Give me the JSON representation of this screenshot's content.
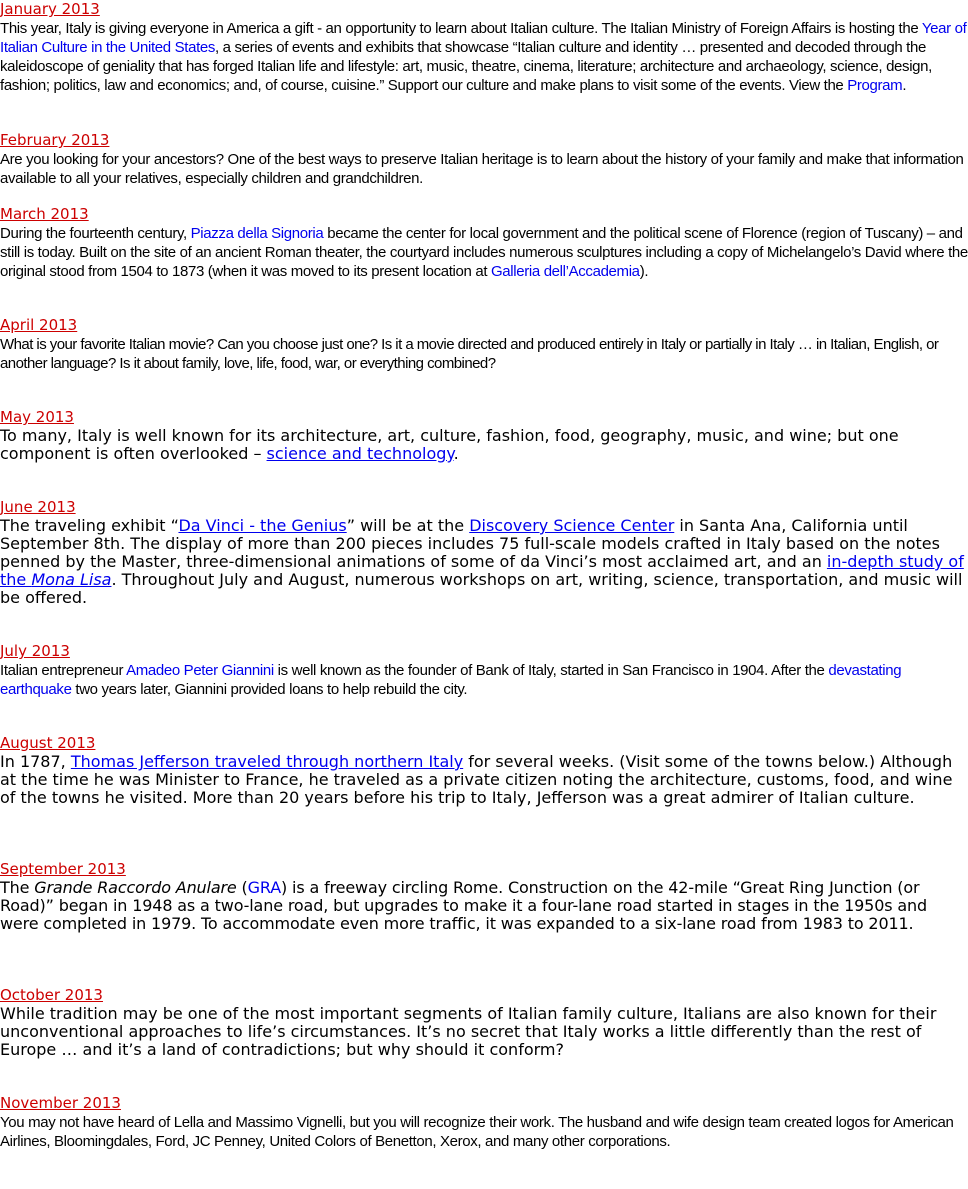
{
  "entries": [
    {
      "month": "January 2013",
      "t1": " This year, Italy is giving everyone in America a gift - an opportunity to learn about Italian culture. The Italian Ministry of Foreign Affairs is hosting the ",
      "link1": "Year of Italian Culture in the United States",
      "t2": ", a series of events and exhibits that showcase “Italian culture and identity … presented and decoded through the kaleidoscope of geniality that has forged Italian life and lifestyle: art, music, theatre, cinema, literature; architecture and archaeology, science, design, fashion; politics, law and economics; and, of course, cuisine.” Support our culture and make plans to visit some of the events. View the ",
      "link2": "Program",
      "t3": "."
    },
    {
      "month": "February 2013",
      "t1": " Are you looking for your ancestors? One of the best ways to preserve Italian heritage is to learn about the history of your family and make that information available to all your relatives, especially children and grandchildren."
    },
    {
      "month": "March 2013",
      "t1": " During the fourteenth century, ",
      "link1": "Piazza della Signoria",
      "t2": " became the center for local government and the political scene of Florence (region of Tuscany) – and still is today. Built on the site of an ancient Roman theater, the courtyard includes numerous sculptures including a copy of Michelangelo’s David where the original stood from 1504 to 1873 (when it was moved to its present location at ",
      "link2": "Galleria dell’Accademia",
      "t3": ")."
    },
    {
      "month": "April 2013",
      "t1": "  What is your favorite Italian movie? Can you choose just one? Is it a movie directed and produced entirely in Italy or partially in Italy … in Italian, English, or another language? Is it about family, love, life, food, war, or everything combined?"
    },
    {
      "month": "May 2013",
      "t1": " To many, Italy is well known for its architecture, art, culture, fashion, food, geography, music, and wine; but one component is often overlooked – ",
      "link1": "science and technology",
      "t2": "."
    },
    {
      "month": "June 2013",
      "t1": " The traveling exhibit “",
      "link1": "Da Vinci - the Genius",
      "t2": "” will be at the ",
      "link2": "Discovery Science Center",
      "t3": " in Santa Ana, California until September 8th. The display of more than 200 pieces includes 75 full-scale models crafted in Italy based on the notes penned by the Master, three-dimensional animations of some of da Vinci’s most acclaimed art, and an ",
      "link3a": "in-depth study of the ",
      "link3b": "Mona Lisa",
      "t4": ". Throughout July and August, numerous workshops on art, writing, science, transportation, and music will be offered."
    },
    {
      "month": "July 2013",
      "lead": " ",
      "t1": " Italian entrepreneur ",
      "link1": "Amadeo Peter Giannini",
      "t2": " is well known as the founder of Bank of Italy, started in San Francisco in 1904. After the ",
      "link2": "devastating earthquake",
      "t3": " two years later, Giannini provided loans to help rebuild the city."
    },
    {
      "month": "August 2013",
      "t1": " In 1787, ",
      "link1": "Thomas Jefferson traveled through northern Italy",
      "t2": " for several weeks. (Visit some of the towns below.) Although at the time he was Minister to France, he traveled as a private citizen noting the architecture, customs, food, and wine of the towns he visited. More than 20 years before his trip to Italy, Jefferson was a great admirer of Italian culture."
    },
    {
      "month": "September 2013",
      "t1": " The ",
      "em1": "Grande Raccordo Anulare",
      "t2": " (",
      "link1": "GRA",
      "t3": ") is a freeway circling Rome. Construction on the 42-mile “Great Ring Junction (or Road)” began in 1948 as a two-lane road, but upgrades to make it a four-lane road started in stages in the 1950s and were completed in 1979. To accommodate even more traffic, it was expanded to a six-lane road from 1983 to 2011."
    },
    {
      "month": "October 2013",
      "t1": " While tradition may be one of the most important segments of Italian family culture, Italians are also known for their unconventional approaches to life’s circumstances. It’s no secret that Italy works a little differently than the rest of Europe … and it’s a land of contradictions; but why should it conform?"
    },
    {
      "month": "November 2013",
      "lead": " ",
      "t1": " You may not have heard of Lella and Massimo Vignelli, but you will recognize their work. The husband and wife design team created logos for American Airlines, Bloomingdales, Ford, JC Penney, United Colors of Benetton, Xerox, and many other corporations."
    }
  ]
}
